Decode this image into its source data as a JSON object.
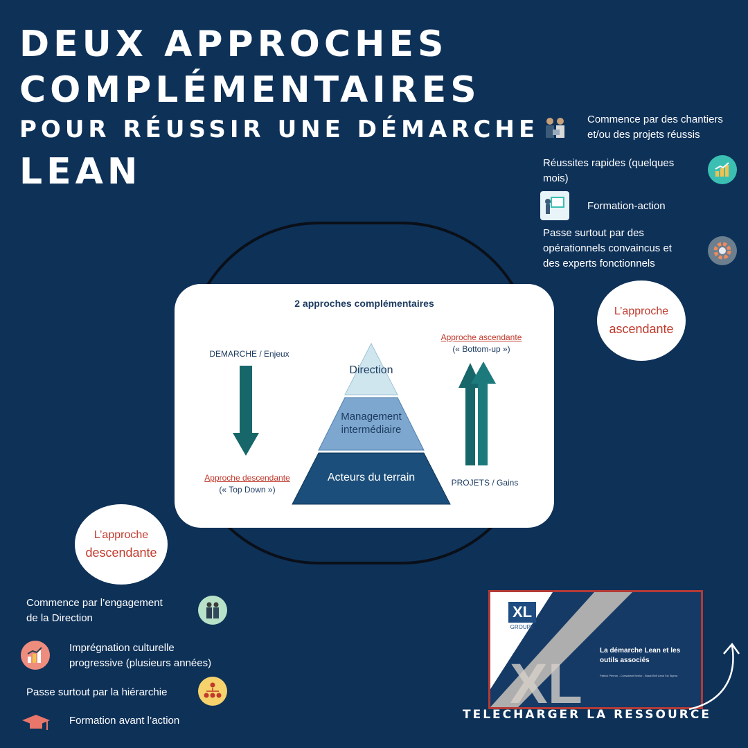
{
  "title": {
    "line1": "DEUX APPROCHES",
    "line2": "COMPLÉMENTAIRES",
    "line3": "POUR RÉUSSIR UNE DÉMARCHE",
    "line4": "LEAN"
  },
  "diagram": {
    "title": "2 approches complémentaires",
    "left_top_label": "DEMARCHE / Enjeux",
    "left_bottom_link": "Approche descendante",
    "left_bottom_sub": "(« Top Down »)",
    "right_top_link": "Approche ascendante",
    "right_top_sub": "(« Bottom-up »)",
    "right_bottom_label": "PROJETS / Gains",
    "pyramid": {
      "top": "Direction",
      "middle_line1": "Management",
      "middle_line2": "intermédiaire",
      "bottom": "Acteurs du terrain"
    },
    "colors": {
      "arrow": "#17676a",
      "pyr_top": "#cfe6ef",
      "pyr_mid": "#7ea7cf",
      "pyr_bot": "#1b4e7a"
    }
  },
  "ascendante": {
    "circle_line1": "L’approche",
    "circle_line2": "ascendante",
    "items": [
      {
        "icon": "engineers-icon",
        "text_line1": "Commence par des chantiers",
        "text_line2": "et/ou des projets réussis"
      },
      {
        "icon": "growth-chart-icon",
        "text_line1": "Réussites rapides (quelques",
        "text_line2": "mois)"
      },
      {
        "icon": "presentation-icon",
        "text_line1": "Formation-action",
        "text_line2": ""
      },
      {
        "icon": "gear-icon",
        "text_line1": "Passe surtout par des",
        "text_line2": "opérationnels convaincus et",
        "text_line3": "des experts fonctionnels"
      }
    ]
  },
  "descendante": {
    "circle_line1": "L’approche",
    "circle_line2": "descendante",
    "items": [
      {
        "icon": "executives-icon",
        "text_line1": "Commence par l’engagement",
        "text_line2": "de la Direction"
      },
      {
        "icon": "growth-chart-icon",
        "text_line1": "Imprégnation culturelle",
        "text_line2": "progressive (plusieurs années)"
      },
      {
        "icon": "hierarchy-icon",
        "text_line1": "Passe surtout par la hiérarchie",
        "text_line2": ""
      },
      {
        "icon": "graduation-cap-icon",
        "text_line1": "Formation avant l’action",
        "text_line2": ""
      }
    ]
  },
  "resource": {
    "logo_text": "XL",
    "logo_sub": "GROUPE",
    "doc_title_line1": "La démarche Lean et les",
    "doc_title_line2": "outils associés",
    "doc_author": "Patrick Pierron - Consultant Senior - Black Belt Lean Six Sigma",
    "download_label": "TELECHARGER LA RESSOURCE"
  }
}
